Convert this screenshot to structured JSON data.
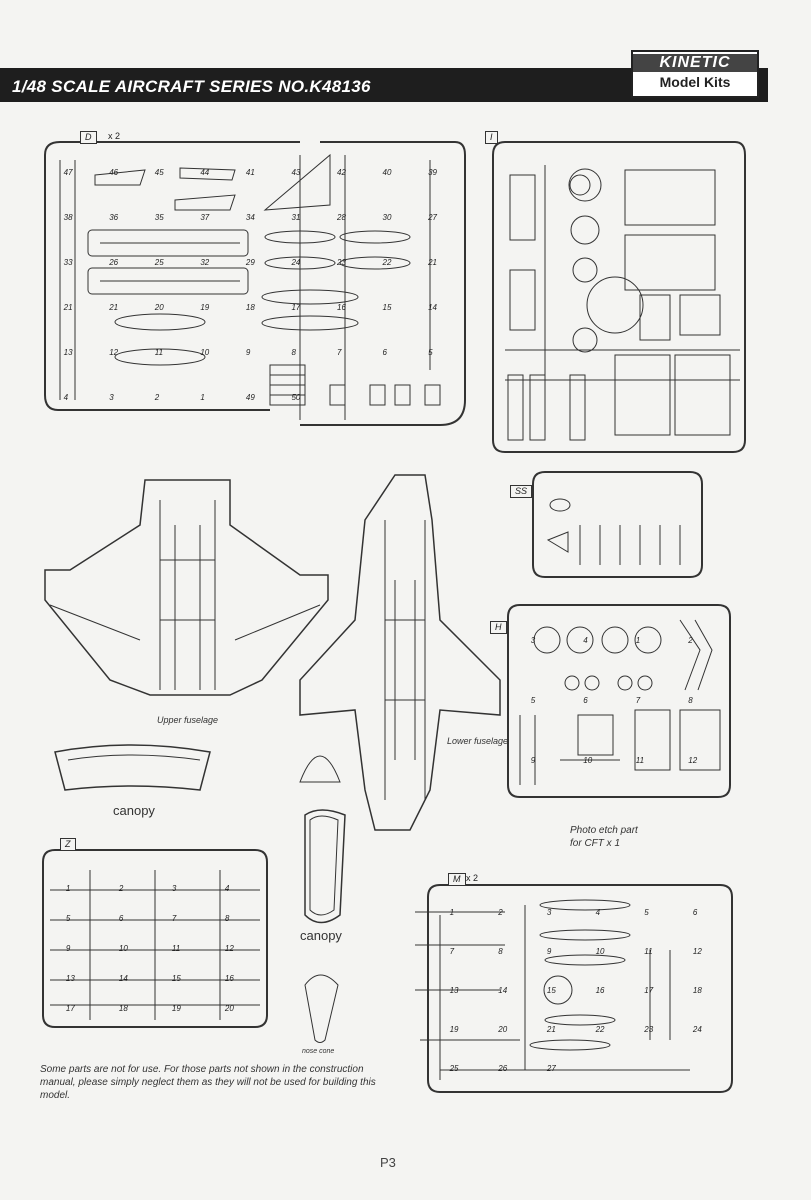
{
  "header": {
    "title": "1/48 SCALE AIRCRAFT SERIES NO.K48136"
  },
  "logo": {
    "brand": "KINETIC",
    "sub": "Model Kits"
  },
  "sprues": {
    "D": {
      "label": "D",
      "mult": "x 2"
    },
    "I": {
      "label": "I"
    },
    "SS": {
      "label": "SS"
    },
    "H": {
      "label": "H"
    },
    "Z": {
      "label": "Z"
    },
    "M": {
      "label": "M",
      "mult": "x 2"
    }
  },
  "captions": {
    "upper_fuselage": "Upper fuselage",
    "lower_fuselage": "Lower fuselage",
    "canopy_1": "canopy",
    "canopy_2": "canopy",
    "nose_cone": "nose cone",
    "photo_etch": "Photo etch part",
    "photo_etch_2": "for CFT x 1"
  },
  "note": "Some parts are not for use. For those parts not shown in the construction manual, please simply neglect them as they will not be used for building this model.",
  "page": "P3",
  "part_numbers": {
    "D": [
      "47",
      "46",
      "45",
      "44",
      "41",
      "43",
      "42",
      "40",
      "39",
      "38",
      "36",
      "35",
      "37",
      "34",
      "31",
      "28",
      "30",
      "27",
      "33",
      "26",
      "25",
      "32",
      "29",
      "24",
      "23",
      "22",
      "21",
      "21",
      "21",
      "20",
      "19",
      "18",
      "17",
      "16",
      "15",
      "14",
      "13",
      "12",
      "11",
      "10",
      "9",
      "8",
      "7",
      "6",
      "5",
      "4",
      "3",
      "2",
      "1",
      "49",
      "50"
    ],
    "H": [
      "3",
      "4",
      "1",
      "2",
      "5",
      "6",
      "7",
      "8",
      "9",
      "10",
      "11",
      "12"
    ],
    "Z": [
      "1",
      "2",
      "3",
      "4",
      "5",
      "6",
      "7",
      "8",
      "9",
      "10",
      "11",
      "12",
      "13",
      "14",
      "15",
      "16",
      "17",
      "18",
      "19",
      "20"
    ],
    "M": [
      "1",
      "2",
      "3",
      "4",
      "5",
      "6",
      "7",
      "8",
      "9",
      "10",
      "11",
      "12",
      "13",
      "14",
      "15",
      "16",
      "17",
      "18",
      "19",
      "20",
      "21",
      "22",
      "23",
      "24",
      "25",
      "26",
      "27"
    ]
  }
}
